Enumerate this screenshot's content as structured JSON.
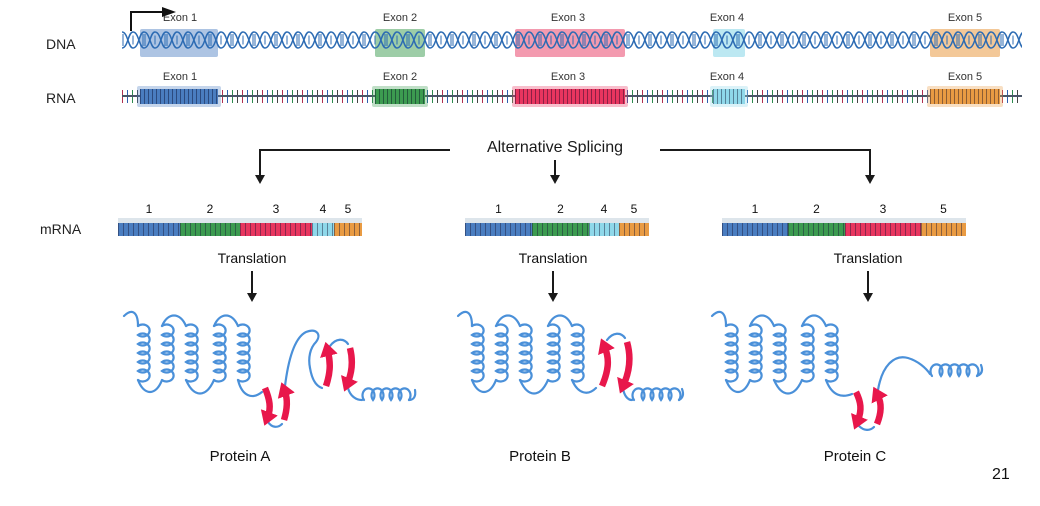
{
  "labels": {
    "dna": "DNA",
    "rna": "RNA",
    "mrna": "mRNA",
    "splicing": "Alternative Splicing",
    "translation": "Translation",
    "page_number": "21"
  },
  "exons": [
    {
      "name": "Exon 1"
    },
    {
      "name": "Exon 2"
    },
    {
      "name": "Exon 3"
    },
    {
      "name": "Exon 4"
    },
    {
      "name": "Exon 5"
    }
  ],
  "mrna_variants": [
    {
      "protein": "Protein A",
      "exon_numbers": [
        "1",
        "2",
        "3",
        "4",
        "5"
      ]
    },
    {
      "protein": "Protein B",
      "exon_numbers": [
        "1",
        "2",
        "4",
        "5"
      ]
    },
    {
      "protein": "Protein C",
      "exon_numbers": [
        "1",
        "2",
        "3",
        "5"
      ]
    }
  ],
  "colors": {
    "exon1": "#4a7dc0",
    "exon2": "#3c9b50",
    "exon3": "#e8355f",
    "exon4": "#8fd8ea",
    "exon5": "#e99b43",
    "strand": "#2c6bb3",
    "protein": "#4a90d9",
    "beta-arrow": "#e8174b"
  }
}
